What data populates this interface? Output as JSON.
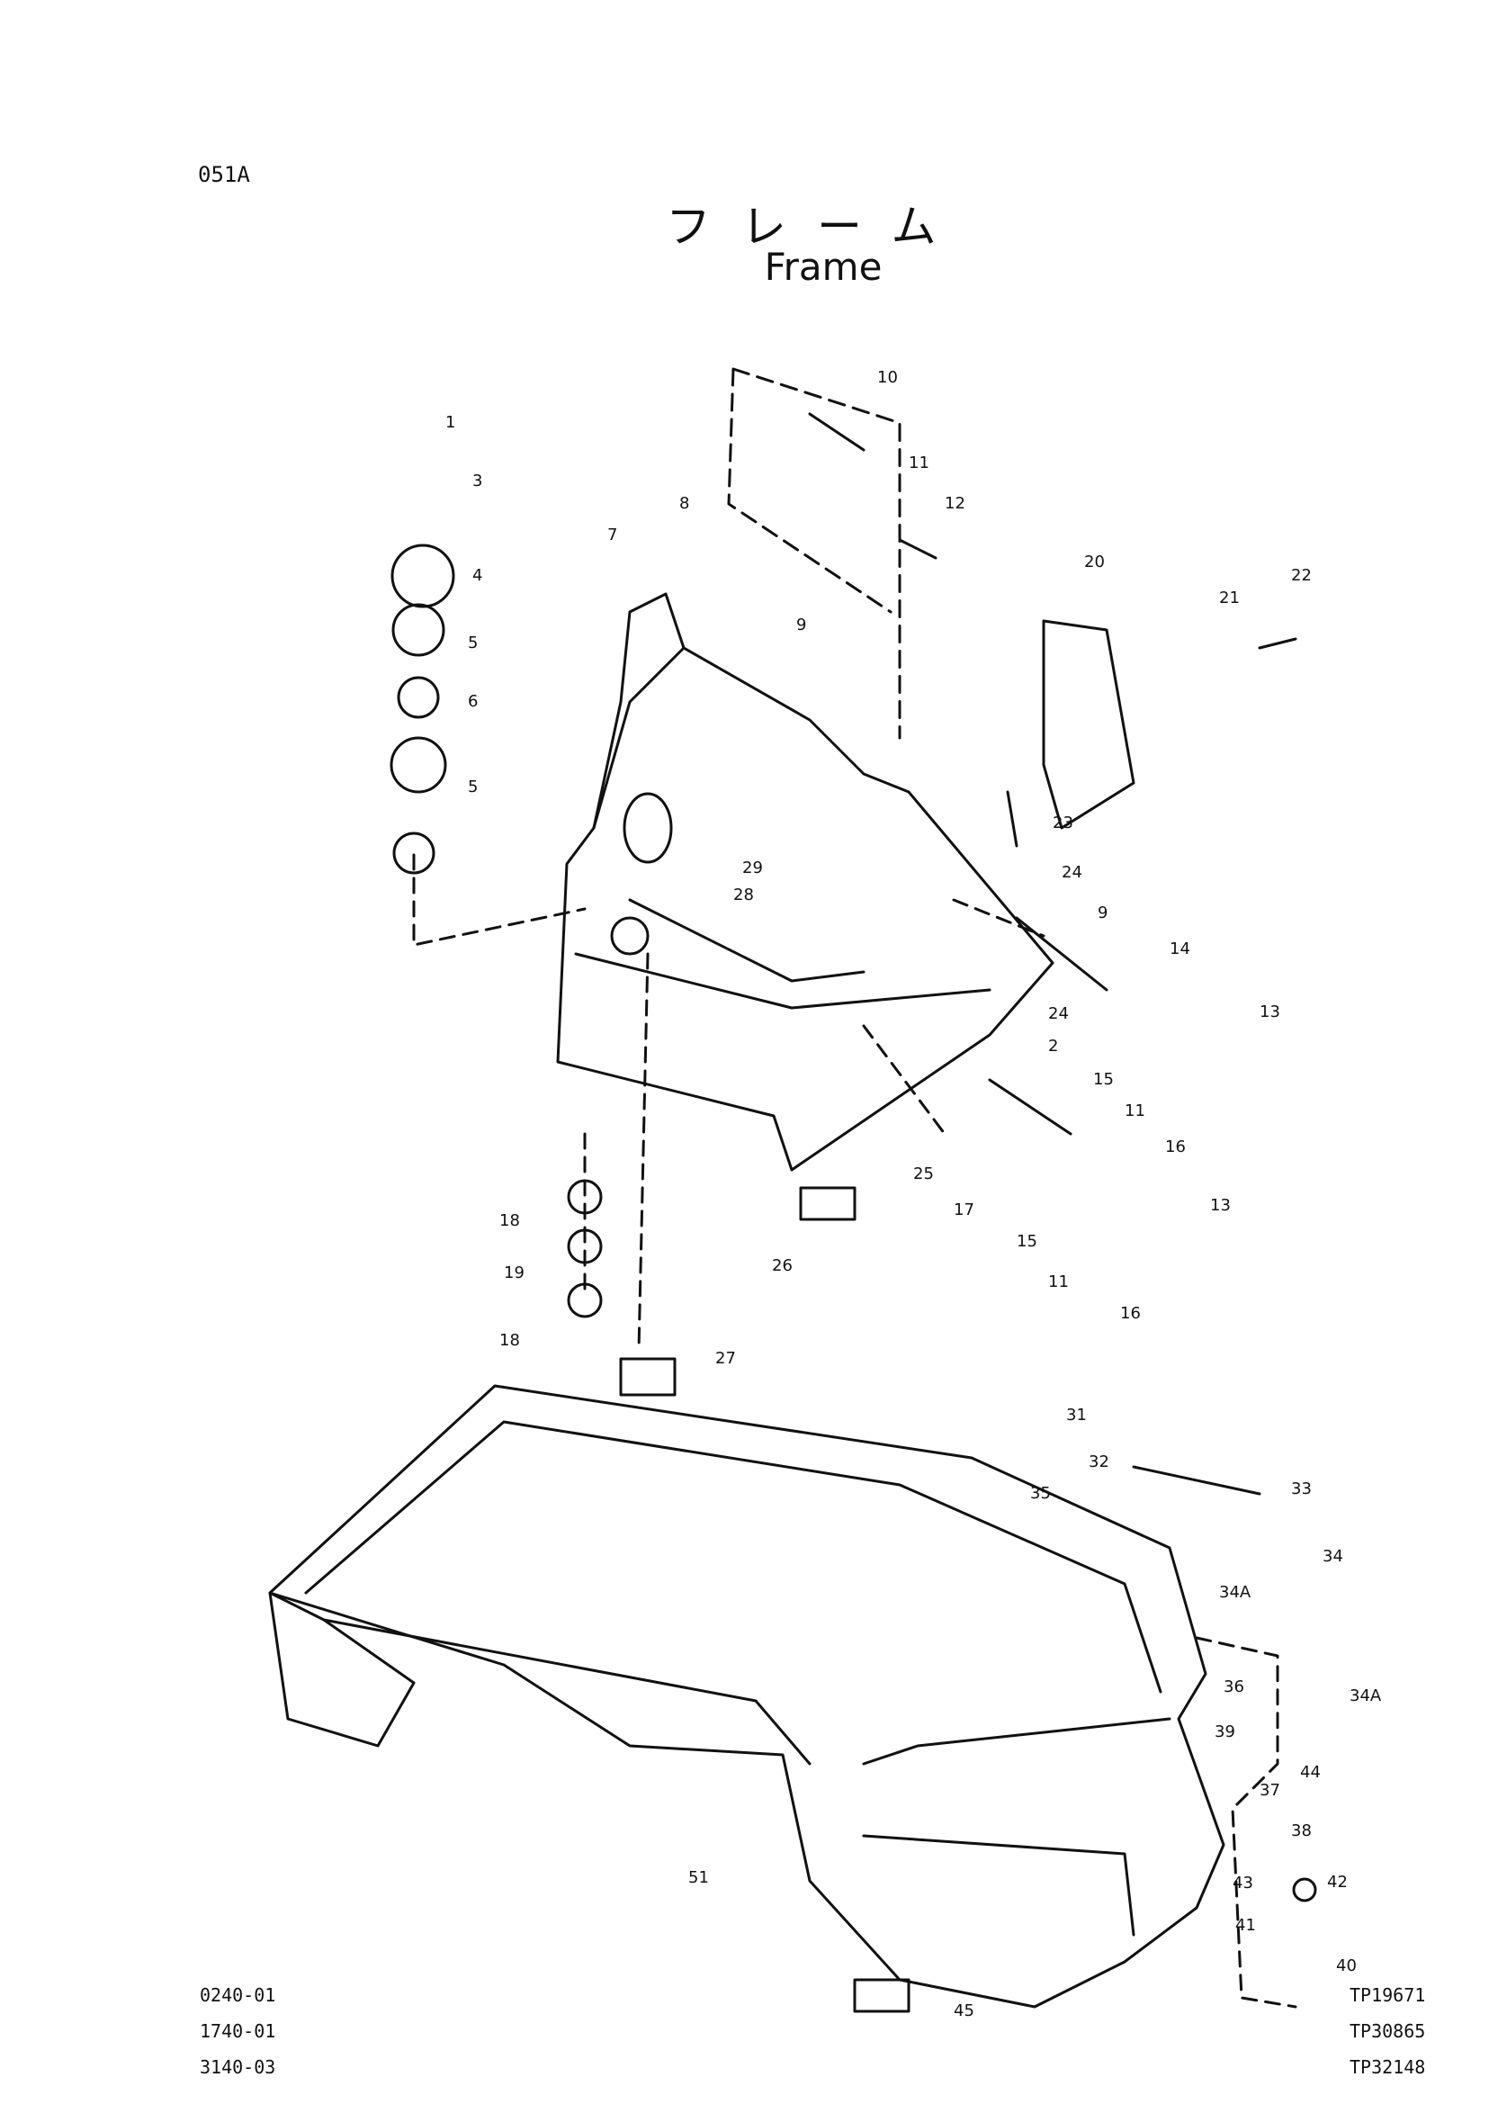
{
  "header": {
    "page_code": "051A",
    "title_jp": "フレーム",
    "title_en": "Frame"
  },
  "callouts": [
    "1",
    "3",
    "4",
    "5",
    "6",
    "5",
    "7",
    "8",
    "9",
    "10",
    "11",
    "12",
    "20",
    "21",
    "22",
    "23",
    "24",
    "9",
    "14",
    "13",
    "29",
    "28",
    "24",
    "2",
    "15",
    "11",
    "16",
    "25",
    "17",
    "13",
    "15",
    "11",
    "16",
    "18",
    "19",
    "18",
    "26",
    "27",
    "31",
    "32",
    "33",
    "35",
    "34",
    "34A",
    "36",
    "34A",
    "39",
    "44",
    "37",
    "38",
    "43",
    "42",
    "41",
    "40",
    "51",
    "45"
  ],
  "footer": {
    "refs": [
      "0240-01",
      "1740-01",
      "3140-03"
    ],
    "tp_codes": [
      "TP19671",
      "TP30865",
      "TP32148"
    ]
  }
}
